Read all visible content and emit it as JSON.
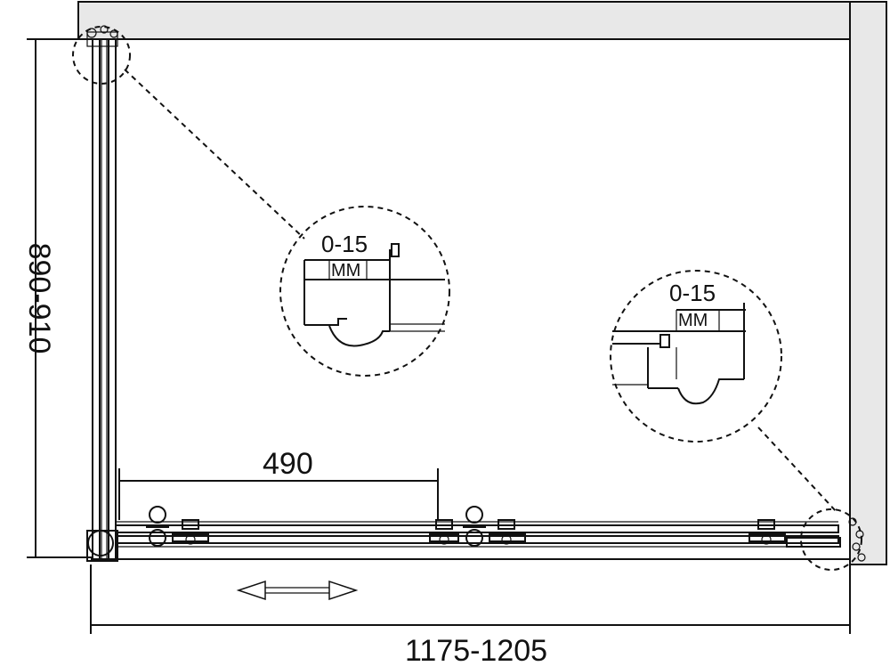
{
  "dimensions": {
    "width_label": "1175-1205",
    "depth_label": "890-910",
    "door_opening_label": "490"
  },
  "details": {
    "left": {
      "range": "0-15",
      "unit": "MM"
    },
    "right": {
      "range": "0-15",
      "unit": "MM"
    }
  },
  "colors": {
    "line": "#111111",
    "wall_fill": "#e8e8e8",
    "background": "#ffffff"
  },
  "icons": {
    "slide_direction": "double-arrow-icon"
  }
}
